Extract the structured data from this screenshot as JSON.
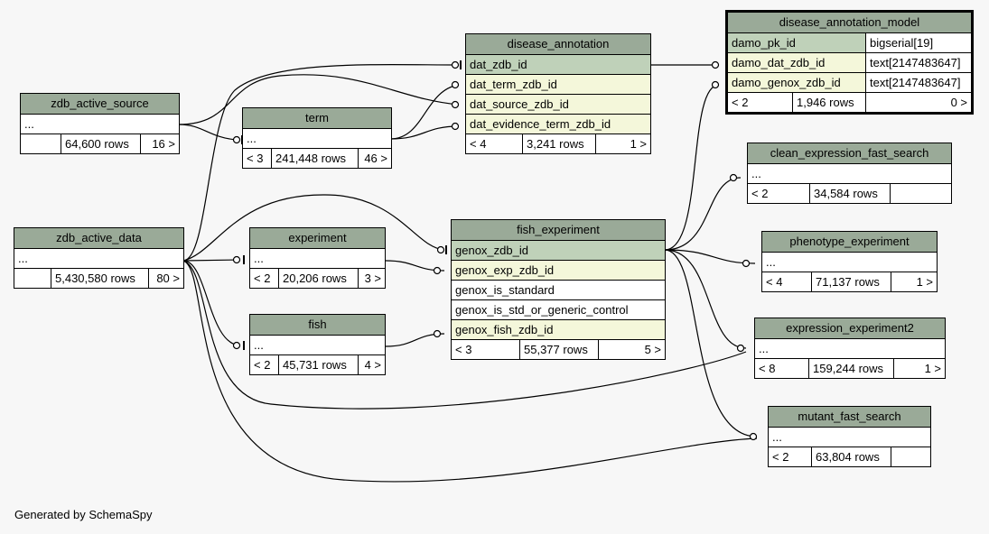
{
  "footer": "Generated by SchemaSpy",
  "tables": {
    "disease_annotation_model": {
      "name": "disease_annotation_model",
      "columns": [
        {
          "name": "damo_pk_id",
          "type": "bigserial[19]"
        },
        {
          "name": "damo_dat_zdb_id",
          "type": "text[2147483647]"
        },
        {
          "name": "damo_genox_zdb_id",
          "type": "text[2147483647]"
        }
      ],
      "parents": "< 2",
      "rows": "1,946 rows",
      "children": "0 >"
    },
    "disease_annotation": {
      "name": "disease_annotation",
      "columns": [
        "dat_zdb_id",
        "dat_term_zdb_id",
        "dat_source_zdb_id",
        "dat_evidence_term_zdb_id"
      ],
      "parents": "< 4",
      "rows": "3,241 rows",
      "children": "1 >"
    },
    "zdb_active_source": {
      "name": "zdb_active_source",
      "columns": [
        "..."
      ],
      "parents": "",
      "rows": "64,600 rows",
      "children": "16 >"
    },
    "term": {
      "name": "term",
      "columns": [
        "..."
      ],
      "parents": "< 3",
      "rows": "241,448 rows",
      "children": "46 >"
    },
    "zdb_active_data": {
      "name": "zdb_active_data",
      "columns": [
        "..."
      ],
      "parents": "",
      "rows": "5,430,580 rows",
      "children": "80 >"
    },
    "experiment": {
      "name": "experiment",
      "columns": [
        "..."
      ],
      "parents": "< 2",
      "rows": "20,206 rows",
      "children": "3 >"
    },
    "fish": {
      "name": "fish",
      "columns": [
        "..."
      ],
      "parents": "< 2",
      "rows": "45,731 rows",
      "children": "4 >"
    },
    "fish_experiment": {
      "name": "fish_experiment",
      "columns": [
        "genox_zdb_id",
        "genox_exp_zdb_id",
        "genox_is_standard",
        "genox_is_std_or_generic_control",
        "genox_fish_zdb_id"
      ],
      "parents": "< 3",
      "rows": "55,377 rows",
      "children": "5 >"
    },
    "clean_expression_fast_search": {
      "name": "clean_expression_fast_search",
      "columns": [
        "..."
      ],
      "parents": "< 2",
      "rows": "34,584 rows",
      "children": ""
    },
    "phenotype_experiment": {
      "name": "phenotype_experiment",
      "columns": [
        "..."
      ],
      "parents": "< 4",
      "rows": "71,137 rows",
      "children": "1 >"
    },
    "expression_experiment2": {
      "name": "expression_experiment2",
      "columns": [
        "..."
      ],
      "parents": "< 8",
      "rows": "159,244 rows",
      "children": "1 >"
    },
    "mutant_fast_search": {
      "name": "mutant_fast_search",
      "columns": [
        "..."
      ],
      "parents": "< 2",
      "rows": "63,804 rows",
      "children": ""
    }
  }
}
